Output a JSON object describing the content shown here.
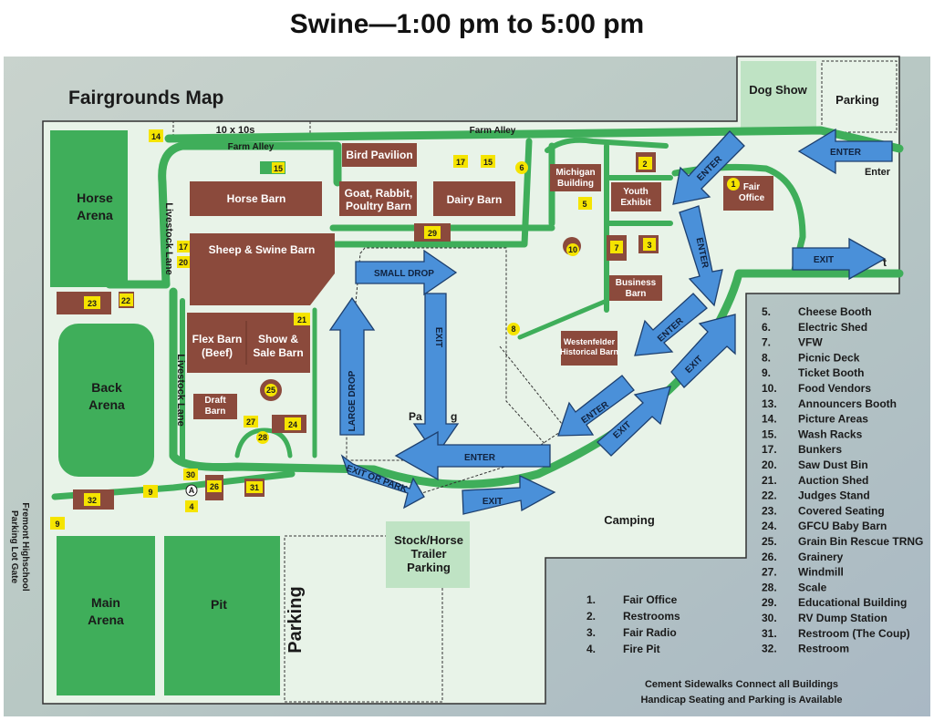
{
  "title": "Swine—1:00 pm to 5:00 pm",
  "map_title": "Fairgrounds Map",
  "colors": {
    "building": "#8B4A3C",
    "grass": "#3FAE5A",
    "background": "#E8F3E8",
    "arrow": "#4A90D9",
    "marker": "#F5E400"
  },
  "areas": {
    "horse_arena": "Horse\nArena",
    "back_arena": "Back\nArena",
    "main_arena": "Main\nArena",
    "pit": "Pit",
    "dog_show": "Dog Show",
    "parking_top": "Parking",
    "parking_bottom": "Parking",
    "stock_trailer": "Stock/Horse\nTrailer\nParking",
    "camping": "Camping",
    "ten_by_tens": "10 x 10s"
  },
  "roads": {
    "farm_alley_top": "Farm Alley",
    "farm_alley_left": "Farm Alley",
    "livestock_lane_top": "Livestock Lane",
    "livestock_lane_bottom": "Livestock Lane",
    "fremont_gate": "Fremont Highschool\nParking Lot Gate"
  },
  "buildings": {
    "bird_pavilion": "Bird Pavilion",
    "horse_barn": "Horse Barn",
    "goat_barn": "Goat, Rabbit,\nPoultry Barn",
    "dairy_barn": "Dairy Barn",
    "michigan_building": "Michigan\nBuilding",
    "youth_exhibit": "Youth\nExhibit",
    "fair_office": "Fair\nOffice",
    "sheep_swine_barn": "Sheep & Swine Barn",
    "flex_barn": "Flex Barn\n(Beef)",
    "show_sale_barn": "Show &\nSale Barn",
    "draft_barn": "Draft\nBarn",
    "business_barn": "Business\nBarn",
    "westenfelder": "Westenfelder\nHistorical Barn"
  },
  "arrows": {
    "enter_top": "ENTER",
    "enter_label": "Enter",
    "enter_diag": "ENTER",
    "exit_right": "EXIT",
    "exit_right_suffix": "t",
    "enter_down": "ENTER",
    "enter_mid": "ENTER",
    "exit_mid": "EXIT",
    "enter_low": "ENTER",
    "exit_low": "EXIT",
    "small_drop": "SMALL DROP",
    "large_drop": "LARGE DROP",
    "exit_down": "EXIT",
    "enter_bottom": "ENTER",
    "exit_or_park": "EXIT OR PARK",
    "exit_bottom": "EXIT",
    "hidden_label": "Pa",
    "hidden_label_end": "g"
  },
  "markers": [
    "14",
    "15",
    "17",
    "15",
    "6",
    "2",
    "5",
    "1",
    "29",
    "17",
    "20",
    "22",
    "23",
    "21",
    "8",
    "10",
    "7",
    "3",
    "25",
    "27",
    "24",
    "28",
    "30",
    "26",
    "31",
    "4",
    "9",
    "32",
    "9",
    "A"
  ],
  "legend_left": [
    {
      "n": "1.",
      "label": "Fair Office"
    },
    {
      "n": "2.",
      "label": "Restrooms"
    },
    {
      "n": "3.",
      "label": "Fair Radio"
    },
    {
      "n": "4.",
      "label": "Fire Pit"
    }
  ],
  "legend_right": [
    {
      "n": "5.",
      "label": "Cheese Booth"
    },
    {
      "n": "6.",
      "label": "Electric Shed"
    },
    {
      "n": "7.",
      "label": "VFW"
    },
    {
      "n": "8.",
      "label": "Picnic Deck"
    },
    {
      "n": "9.",
      "label": "Ticket Booth"
    },
    {
      "n": "10.",
      "label": "Food Vendors"
    },
    {
      "n": "13.",
      "label": "Announcers Booth"
    },
    {
      "n": "14.",
      "label": "Picture Areas"
    },
    {
      "n": "15.",
      "label": "Wash Racks"
    },
    {
      "n": "17.",
      "label": "Bunkers"
    },
    {
      "n": "20.",
      "label": "Saw Dust Bin"
    },
    {
      "n": "21.",
      "label": "Auction Shed"
    },
    {
      "n": "22.",
      "label": "Judges Stand"
    },
    {
      "n": "23.",
      "label": "Covered Seating"
    },
    {
      "n": "24.",
      "label": "GFCU Baby Barn"
    },
    {
      "n": "25.",
      "label": "Grain Bin Rescue TRNG"
    },
    {
      "n": "26.",
      "label": "Grainery"
    },
    {
      "n": "27.",
      "label": "Windmill"
    },
    {
      "n": "28.",
      "label": "Scale"
    },
    {
      "n": "29.",
      "label": "Educational Building"
    },
    {
      "n": "30.",
      "label": "RV Dump Station"
    },
    {
      "n": "31.",
      "label": "Restroom (The Coup)"
    },
    {
      "n": "32.",
      "label": "Restroom"
    }
  ],
  "footer_notes": [
    "Cement Sidewalks Connect all Buildings",
    "Handicap Seating and Parking is Available"
  ]
}
